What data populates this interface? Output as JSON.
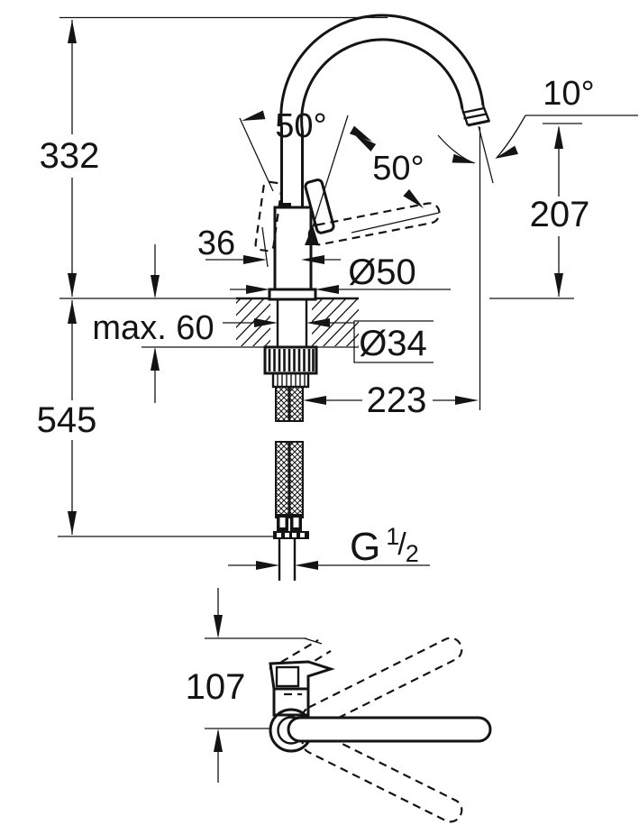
{
  "page": {
    "background": "#ffffff",
    "line_color": "#141414"
  },
  "drawing": {
    "kind": "kitchen-faucet-dimension-drawing",
    "dimensions": {
      "spout_top_height": "332",
      "total_height": "545",
      "mount_thickness": "max. 60",
      "handle_clearance": "36",
      "base_diameter": "Ø50",
      "hole_diameter": "Ø34",
      "spout_reach": "223",
      "outlet_height": "207",
      "outlet_angle": "10°",
      "handle_open_angle": "50°",
      "handle_down_angle": "50°",
      "handle_plan_reach": "107",
      "thread_g": "G",
      "thread_num": "1",
      "thread_slash": "/",
      "thread_den": "2"
    }
  }
}
